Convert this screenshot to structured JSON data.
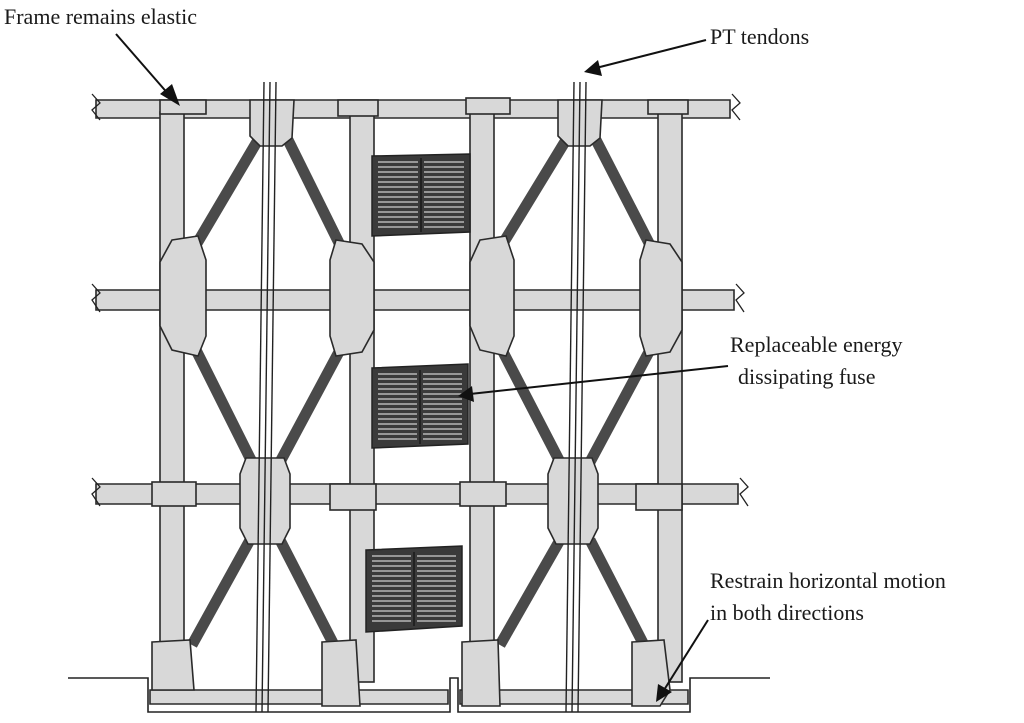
{
  "labels": {
    "frame_elastic": "Frame remains elastic",
    "pt_tendons": "PT tendons",
    "fuse_line1": "Replaceable energy",
    "fuse_line2": "dissipating fuse",
    "restrain_line1": "Restrain horizontal motion",
    "restrain_line2": "in both directions"
  },
  "colors": {
    "member_fill": "#d8d8d8",
    "brace": "#4a4a4a",
    "fuse": "#3a3a3a"
  }
}
